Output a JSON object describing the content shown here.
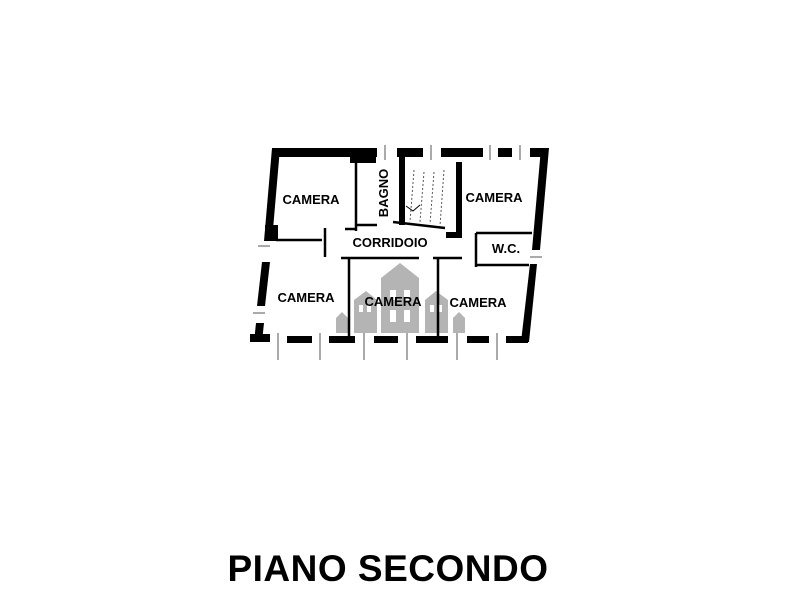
{
  "floor_plan": {
    "rooms": [
      {
        "label": "CAMERA"
      },
      {
        "label": "BAGNO"
      },
      {
        "label": "CAMERA"
      },
      {
        "label": "CORRIDOIO"
      },
      {
        "label": "W.C."
      },
      {
        "label": "CAMERA"
      },
      {
        "label": "CAMERA"
      },
      {
        "label": "CAMERA"
      }
    ],
    "watermark_color": "#a8a8a8",
    "wall_color": "#000000"
  },
  "title": "PIANO SECONDO"
}
